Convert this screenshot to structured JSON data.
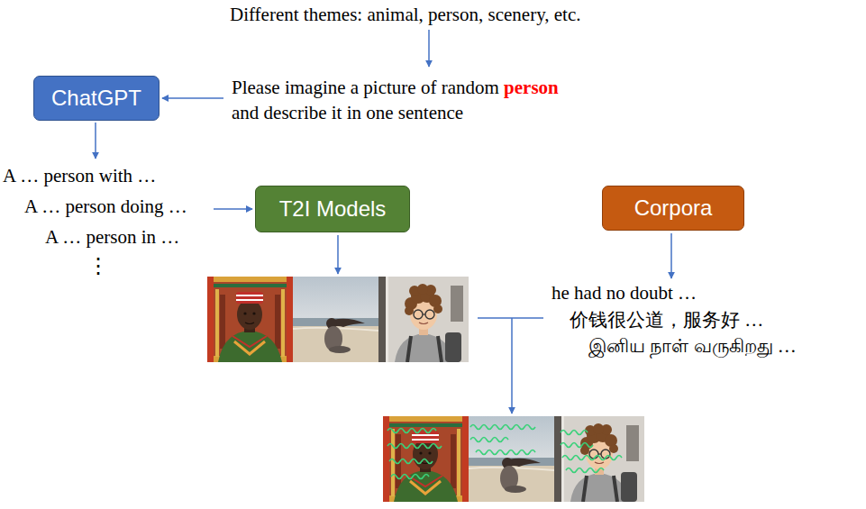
{
  "diagram": {
    "nodes": [
      {
        "text": [
          "ChatGPT"
        ]
      },
      {
        "text": [
          "T2I Models"
        ]
      },
      {
        "text": [
          "Corpora"
        ]
      }
    ],
    "labels": [
      "Different themes: animal, person, scenery, etc.",
      "Please imagine a picture of random",
      "person",
      "and describe it in one sentence",
      "A … person with …",
      "A … person doing …",
      "A … person in …",
      "⋮",
      "he had no doubt …",
      "价钱很公道，服务好 …",
      "இனிய நாள் வருகிறது …"
    ]
  }
}
